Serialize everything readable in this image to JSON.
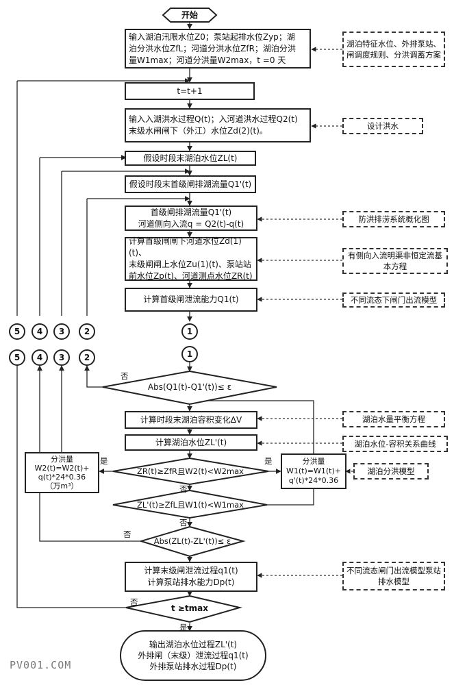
{
  "start": "开始",
  "input_params": {
    "line1": "输入湖泊汛限水位Z0；泵站起排水位Zyp；湖",
    "line2": "泊分洪水位ZfL；河道分洪水位ZfR；湖泊分洪",
    "line3": "量W1max；河道分洪量W2max，t =0 天"
  },
  "note_params": "湖泊特征水位、外排泵站、闸调度规则、分洪调蓄方案",
  "step_increment": "t=t+1",
  "input_flood": {
    "line1": "输入入湖洪水过程Q(t)；入河道洪水过程Q2(t)",
    "line2": "末级水闸闸下（外江）水位Zd(2)(t)。"
  },
  "note_design_flood": "设计洪水",
  "assume_level": "假设时段末湖泊水位ZL(t)",
  "assume_flow": "假设时段末首级闸排湖流量Q1'(t)",
  "gate_flow": {
    "line1": "首级闸排湖流量Q1'(t)",
    "line2": "河道侧向入流q = Q2(t)-q(t)"
  },
  "note_system": "防洪排涝系统概化图",
  "calc_levels": {
    "line1": "计算首级闸闸下河道水位Zd(1)(t)、",
    "line2": "末级闸闸上水位Zu(1)(t)、泵站站",
    "line3": "前水位Zp(t)、河道测点水位ZR(t)"
  },
  "note_channel": "有侧向入流明渠非恒定流基本方程",
  "calc_capacity": "计算首级闸泄流能力Q1(t)",
  "note_gate_model": "不同流态下闸门出流模型",
  "connectors": [
    "5",
    "4",
    "3",
    "2",
    "1"
  ],
  "decision_q": "Abs(Q1(t)-Q1'(t))≤ ε",
  "calc_volume": "计算时段末湖泊容积变化ΔV",
  "note_balance": "湖泊水量平衡方程",
  "calc_lake_level": "计算湖泊水位ZL'(t)",
  "note_curve": "湖泊水位-容积关系曲线",
  "decision_river": "ZR(t)≥ZfR且W2(t)<W2max",
  "decision_lake": "ZL'(t)≥ZfL且W1(t)<W1max",
  "river_divert": {
    "line1": "分洪量",
    "line2": "W2(t)=W2(t)+",
    "line3": "q(t)*24*0.36",
    "line4": "（万m³）"
  },
  "lake_divert": {
    "line1": "分洪量",
    "line2": "W1(t)=W1(t)+",
    "line3": "q'(t)*24*0.36"
  },
  "note_lake_model": "湖泊分洪模型",
  "decision_z": "Abs(ZL(t)-ZL'(t))≤ ε",
  "calc_final": {
    "line1": "计算末级闸泄流过程q1(t)",
    "line2": "计算泵站排水能力Dp(t)"
  },
  "note_final": "不同流态闸门出流模型泵站排水模型",
  "decision_t": "t ≥tmax",
  "output": {
    "line1": "输出湖泊水位过程ZL'(t)",
    "line2": "外排闸（末级）泄流过程q1(t)",
    "line3": "外排泵站排水过程Dp(t)"
  },
  "labels": {
    "yes": "是",
    "no": "否"
  },
  "watermark": "PV001.COM"
}
